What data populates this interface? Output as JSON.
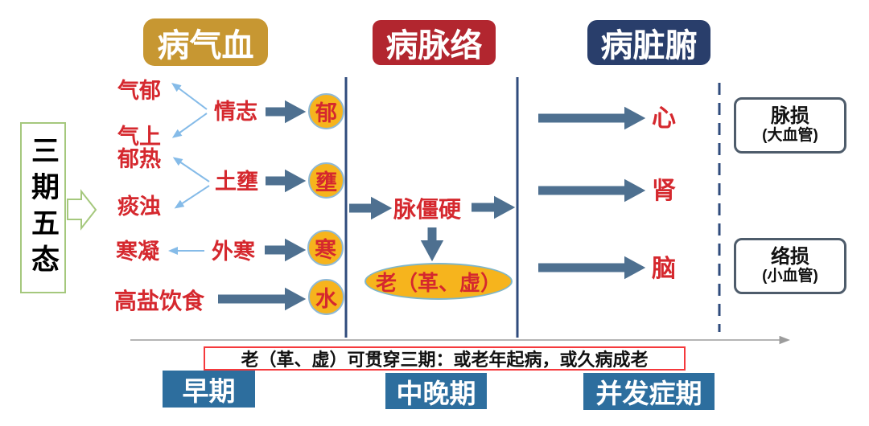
{
  "palette": {
    "header_gold": "#C79732",
    "header_red": "#B2262F",
    "header_navy": "#293E6B",
    "block_arrow_slate": "#4E7090",
    "node_gold_fill": "#F6B41D",
    "node_blue_outline": "#8FB9D6",
    "red_text": "#D5282E",
    "thin_arrow_blue": "#85BBE8",
    "divider_navy": "#2F4B7C",
    "stage_box_blue": "#2D6E9E",
    "green_outline": "#A5C87D",
    "axis_gray": "#9C9C9C",
    "annotation_border_red": "#F5393C"
  },
  "left_panel": {
    "title": "三期五态"
  },
  "headers": {
    "qi_xue": "病气血",
    "mai_luo": "病脉络",
    "zang_fu": "病脏腑"
  },
  "stage_qixue": {
    "factors": {
      "qi_yu": "气郁",
      "qi_shang": "气上",
      "yu_re": "郁热",
      "tan_zhuo": "痰浊",
      "han_ning": "寒凝",
      "gao_yan_yin_shi": "高盐饮食"
    },
    "causes": {
      "qing_zhi": "情志",
      "tu_yong": "土壅",
      "wai_han": "外寒"
    },
    "nodes": {
      "yu": "郁",
      "yong": "壅",
      "han": "寒",
      "shui": "水"
    }
  },
  "stage_mailuo": {
    "mai_jiang_ying": "脉僵硬",
    "lao_ge_xu": "老（革、虚）"
  },
  "stage_zangfu": {
    "heart": "心",
    "kidney": "肾",
    "brain": "脑"
  },
  "damage_boxes": {
    "mai_sun": "脉损",
    "mai_sun_sub": "(大血管)",
    "luo_sun": "络损",
    "luo_sun_sub": "(小血管)"
  },
  "timeline": {
    "annotation": "老（革、虚）可贯穿三期：或老年起病，或久病成老",
    "stages": {
      "early": "早期",
      "mid_late": "中晚期",
      "complication": "并发症期"
    }
  }
}
